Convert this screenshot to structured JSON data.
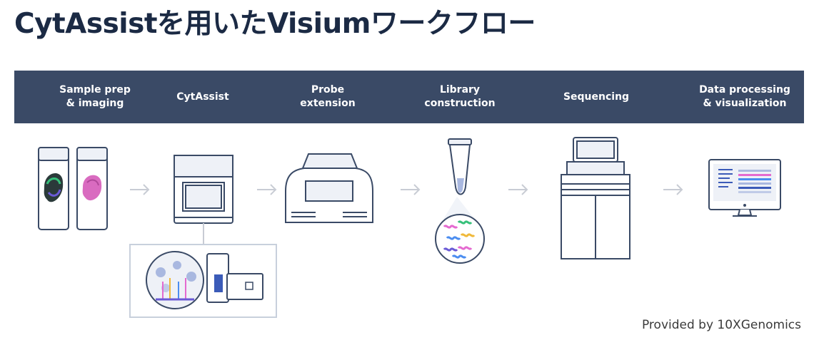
{
  "title": "CytAssistを用いたVisiumワークフロー",
  "steps": [
    {
      "label": "Sample prep\n& imaging",
      "icon": "tissue-slides-icon"
    },
    {
      "label": "CytAssist",
      "icon": "cytassist-instrument-icon"
    },
    {
      "label": "Probe\nextension",
      "icon": "thermal-cycler-icon"
    },
    {
      "label": "Library\nconstruction",
      "icon": "pcr-tube-icon"
    },
    {
      "label": "Sequencing",
      "icon": "sequencer-icon"
    },
    {
      "label": "Data processing\n& visualization",
      "icon": "computer-monitor-icon"
    }
  ],
  "credit": "Provided by 10XGenomics",
  "colors": {
    "banner": "#3a4a66",
    "title": "#1b2a44",
    "outline": "#3a4a66",
    "arrow": "#c8ccd4",
    "instrument_fill": "#eef1f7"
  }
}
